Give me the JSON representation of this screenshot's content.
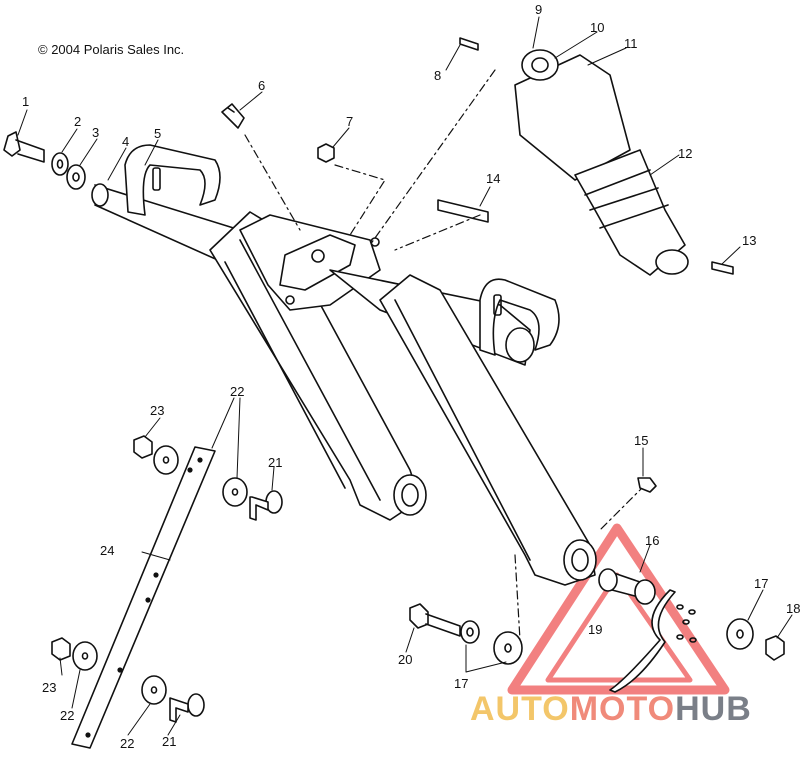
{
  "copyright": "© 2004 Polaris Sales Inc.",
  "callouts": [
    {
      "id": "c1",
      "text": "1"
    },
    {
      "id": "c2",
      "text": "2"
    },
    {
      "id": "c3",
      "text": "3"
    },
    {
      "id": "c4",
      "text": "4"
    },
    {
      "id": "c5",
      "text": "5"
    },
    {
      "id": "c6",
      "text": "6"
    },
    {
      "id": "c7",
      "text": "7"
    },
    {
      "id": "c8",
      "text": "8"
    },
    {
      "id": "c9",
      "text": "9"
    },
    {
      "id": "c10",
      "text": "10"
    },
    {
      "id": "c11",
      "text": "11"
    },
    {
      "id": "c12",
      "text": "12"
    },
    {
      "id": "c13",
      "text": "13"
    },
    {
      "id": "c14",
      "text": "14"
    },
    {
      "id": "c15",
      "text": "15"
    },
    {
      "id": "c16",
      "text": "16"
    },
    {
      "id": "c17a",
      "text": "17"
    },
    {
      "id": "c17b",
      "text": "17"
    },
    {
      "id": "c18",
      "text": "18"
    },
    {
      "id": "c19",
      "text": "19"
    },
    {
      "id": "c20",
      "text": "20"
    },
    {
      "id": "c21a",
      "text": "21"
    },
    {
      "id": "c21b",
      "text": "21"
    },
    {
      "id": "c22a",
      "text": "22"
    },
    {
      "id": "c22b",
      "text": "22"
    },
    {
      "id": "c22c",
      "text": "22"
    },
    {
      "id": "c23a",
      "text": "23"
    },
    {
      "id": "c23b",
      "text": "23"
    },
    {
      "id": "c24",
      "text": "24"
    }
  ],
  "watermark": {
    "part1": "AUTO",
    "part2": "MOTO",
    "part3": "HUB"
  },
  "colors": {
    "line": "#111111",
    "watermark_triangle": "#f06a6a",
    "watermark_auto": "#f3c66a",
    "watermark_moto": "#f08a7a",
    "watermark_hub": "#7a7f88"
  }
}
